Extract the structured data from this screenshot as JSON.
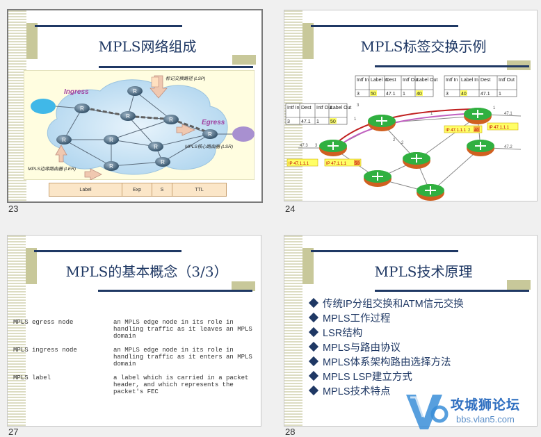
{
  "slides": [
    {
      "number": "23",
      "title": "MPLS网络组成",
      "diagram": {
        "ingress": "Ingress",
        "egress": "Egress",
        "router_label": "R",
        "lsp_label": "标记交换路径 (LSP)",
        "lsr_label": "MPLS核心路由器 (LSR)",
        "ler_label": "MPLS边缘路由器 (LER)",
        "header_fields": [
          "Label",
          "Exp",
          "S",
          "TTL"
        ]
      }
    },
    {
      "number": "24",
      "title": "MPLS标签交换示例",
      "table_left": {
        "headers": [
          "Intf In",
          "Dest",
          "Intf Out",
          "Label Out"
        ],
        "row": [
          "3",
          "47.1",
          "1",
          "50"
        ]
      },
      "table_mid": {
        "headers": [
          "Intf In",
          "Label In",
          "Dest",
          "Intf Out",
          "Label Out"
        ],
        "row": [
          "3",
          "50",
          "47.1",
          "1",
          "40"
        ]
      },
      "table_right": {
        "headers": [
          "Intf In",
          "Label In",
          "Dest",
          "Intf Out"
        ],
        "row": [
          "3",
          "40",
          "47.1",
          "1"
        ]
      },
      "packet_label": "IP 47.1.1.1",
      "label_50": "50",
      "label_40": "40",
      "net_labels": [
        "47.3",
        "3",
        "1",
        "2",
        "3",
        "1",
        "2",
        "1",
        "2",
        "47.1",
        "47.2"
      ]
    },
    {
      "number": "27",
      "title": "MPLS的基本概念（3/3）",
      "terms": [
        {
          "term": "MPLS egress node",
          "def": [
            "an MPLS edge node in its role in",
            "handling traffic as it leaves an MPLS",
            "domain"
          ]
        },
        {
          "term": "MPLS ingress node",
          "def": [
            "an MPLS edge node in its role in",
            "handling traffic as it enters an MPLS",
            "domain"
          ]
        },
        {
          "term": "MPLS label",
          "def": [
            "a label which is carried in a packet",
            "header, and which represents the",
            "packet's FEC"
          ]
        }
      ]
    },
    {
      "number": "28",
      "title": "MPLS技术原理",
      "bullets": [
        "传统IP分组交换和ATM信元交换",
        "MPLS工作过程",
        "LSR结构",
        "MPLS与路由协议",
        "MPLS体系架构路由选择方法",
        "MPLS LSP建立方式",
        "MPLS技术特点"
      ]
    }
  ],
  "watermark": {
    "brand": "攻城狮论坛",
    "url": "bbs.vlan5.com"
  },
  "colors": {
    "title": "#1f3864",
    "accent": "#c8c89a",
    "router": "#2e7d32",
    "label_box": "#ffff66"
  }
}
